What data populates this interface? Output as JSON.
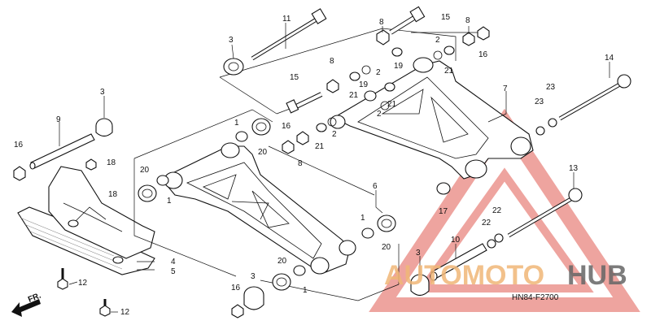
{
  "diagram": {
    "part_numbers": {
      "p1": "1",
      "p2": "2",
      "p3": "3",
      "p4": "4",
      "p5": "5",
      "p6": "6",
      "p7": "7",
      "p8": "8",
      "p9": "9",
      "p10": "10",
      "p11": "11",
      "p12": "12",
      "p13": "13",
      "p14": "14",
      "p15": "15",
      "p16": "16",
      "p17": "17",
      "p18": "18",
      "p19": "19",
      "p20": "20",
      "p21": "21",
      "p22": "22",
      "p23": "23"
    },
    "diagram_code": "HN84-F2700",
    "direction_label": "FR.",
    "watermark": {
      "part1": "AUTOMOTO",
      "part2": "HUB"
    },
    "colors": {
      "line": "#111111",
      "watermark_red": "#e05a50",
      "watermark_orange": "#f0b777",
      "watermark_gray": "#666666"
    }
  }
}
